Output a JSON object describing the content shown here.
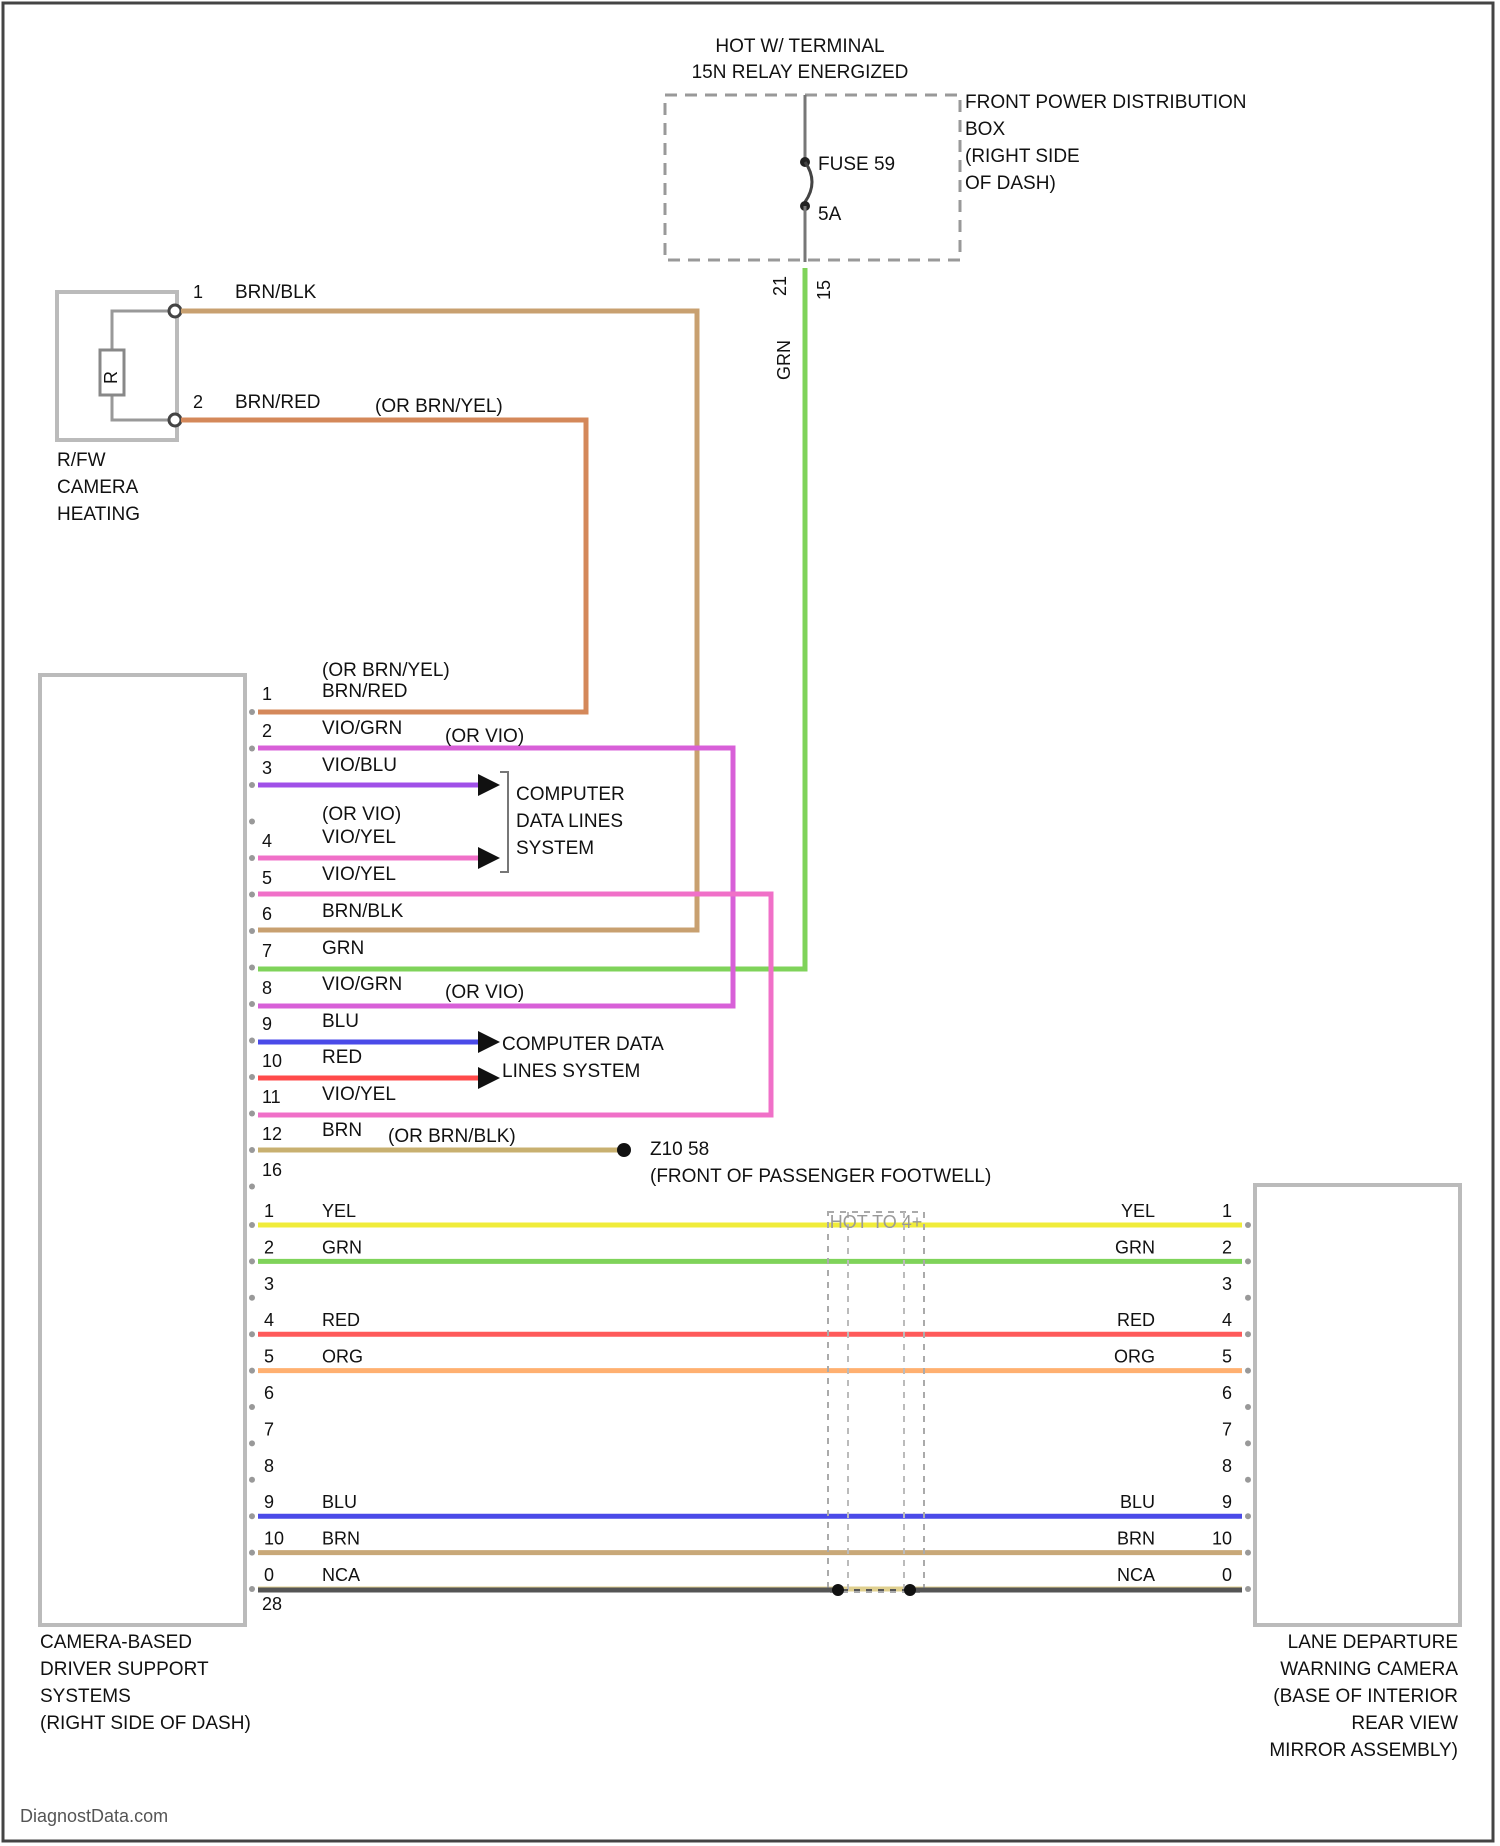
{
  "top_power": {
    "line1": "HOT W/ TERMINAL",
    "line2": "15N RELAY ENERGIZED",
    "fuse": "FUSE 59",
    "amps": "5A",
    "pin_a": "21",
    "pin_b": "15",
    "wire_color": "GRN",
    "box_lines": [
      "FRONT POWER DISTRIBUTION",
      "BOX",
      "(RIGHT SIDE",
      "OF DASH)"
    ]
  },
  "heater": {
    "symbol": "R",
    "labels": [
      "R/FW",
      "CAMERA",
      "HEATING"
    ],
    "pins": [
      {
        "num": "1",
        "color": "BRN/BLK",
        "alt": ""
      },
      {
        "num": "2",
        "color": "BRN/RED",
        "alt": "(OR BRN/YEL)"
      }
    ]
  },
  "left_module": {
    "labels": [
      "CAMERA-BASED",
      "DRIVER SUPPORT",
      "SYSTEMS",
      "(RIGHT SIDE OF DASH)"
    ],
    "upper_pins": [
      {
        "num": "1",
        "label": "(OR BRN/YEL)",
        "label2": "BRN/RED",
        "alt": ""
      },
      {
        "num": "2",
        "label": "VIO/GRN",
        "label2": "",
        "alt": "(OR VIO)"
      },
      {
        "num": "3",
        "label": "VIO/BLU",
        "label2": "",
        "alt": ""
      },
      {
        "num": "4",
        "label": "(OR VIO)",
        "label2": "VIO/YEL",
        "alt": ""
      },
      {
        "num": "5",
        "label": "VIO/YEL",
        "label2": "",
        "alt": ""
      },
      {
        "num": "6",
        "label": "BRN/BLK",
        "label2": "",
        "alt": ""
      },
      {
        "num": "7",
        "label": "GRN",
        "label2": "",
        "alt": ""
      },
      {
        "num": "8",
        "label": "VIO/GRN",
        "label2": "",
        "alt": "(OR VIO)"
      },
      {
        "num": "9",
        "label": "BLU",
        "label2": "",
        "alt": ""
      },
      {
        "num": "10",
        "label": "RED",
        "label2": "",
        "alt": ""
      },
      {
        "num": "11",
        "label": "VIO/YEL",
        "label2": "",
        "alt": ""
      },
      {
        "num": "12",
        "label": "BRN",
        "label2": "",
        "alt": "(OR BRN/BLK)"
      }
    ],
    "shield_pin": "16",
    "bottom_shield_pin": "28"
  },
  "cdl_upper": [
    "COMPUTER",
    "DATA LINES",
    "SYSTEM"
  ],
  "cdl_lower": [
    "COMPUTER DATA",
    "LINES SYSTEM"
  ],
  "ground": {
    "id": "Z10 58",
    "location": "(FRONT OF PASSENGER FOOTWELL)"
  },
  "connector_label": "HOT TO 4+",
  "lower_wires": [
    {
      "left_num": "1",
      "right_num": "1",
      "label": "YEL",
      "color": "#f0ec3a"
    },
    {
      "left_num": "2",
      "right_num": "2",
      "label": "GRN",
      "color": "#7fd35a"
    },
    {
      "left_num": "3",
      "right_num": "3",
      "label": "",
      "color": ""
    },
    {
      "left_num": "4",
      "right_num": "4",
      "label": "RED",
      "color": "#ff5a5a"
    },
    {
      "left_num": "5",
      "right_num": "5",
      "label": "ORG",
      "color": "#ffb070"
    },
    {
      "left_num": "6",
      "right_num": "6",
      "label": "",
      "color": ""
    },
    {
      "left_num": "7",
      "right_num": "7",
      "label": "",
      "color": ""
    },
    {
      "left_num": "8",
      "right_num": "8",
      "label": "",
      "color": ""
    },
    {
      "left_num": "9",
      "right_num": "9",
      "label": "BLU",
      "color": "#4a4ae8"
    },
    {
      "left_num": "10",
      "right_num": "10",
      "label": "BRN",
      "color": "#c8a878"
    },
    {
      "left_num": "0",
      "right_num": "0",
      "label": "NCA",
      "color": "#e0d090"
    }
  ],
  "right_module": {
    "labels": [
      "LANE DEPARTURE",
      "WARNING CAMERA",
      "(BASE OF INTERIOR",
      "REAR VIEW",
      "MIRROR ASSEMBLY)"
    ]
  },
  "watermark": "DiagnostData.com",
  "wire_colors": {
    "brn_blk": "#c8a070",
    "brn_red": "#d4885a",
    "vio_grn": "#d860d8",
    "vio_blu": "#a050e8",
    "vio_yel": "#f070c8",
    "grn": "#7fd35a",
    "blu": "#4a4ae8",
    "red": "#ff4a4a",
    "brn": "#c8b070",
    "shield": "#555555"
  }
}
